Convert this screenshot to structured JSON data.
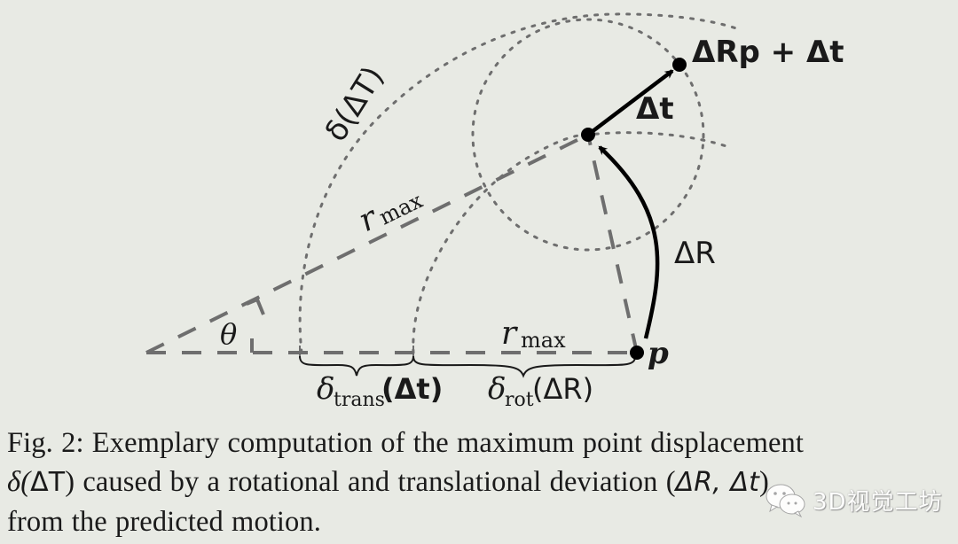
{
  "figure": {
    "labels": {
      "delta_T": "δ(ΔT)",
      "r_max_diag": "r",
      "r_max_diag_sub": "max",
      "r_max_base": "r",
      "r_max_base_sub": "max",
      "theta": "θ",
      "delta_t_arrow": "Δt",
      "delta_R_arrow": "ΔR",
      "target_point": "ΔRp + Δt",
      "point_p": "p",
      "delta_trans": "δ",
      "delta_trans_sub": "trans",
      "delta_trans_arg": "(Δt)",
      "delta_rot": "δ",
      "delta_rot_sub": "rot",
      "delta_rot_arg": "(ΔR)"
    },
    "colors": {
      "background": "#e8eae4",
      "dashed": "#6e6e6e",
      "arrow": "#000000",
      "text": "#1a1a1a"
    }
  },
  "caption": {
    "line1": "Fig. 2: Exemplary computation of the maximum point displacement",
    "line2_a": "δ(",
    "line2_b": "ΔT",
    "line2_c": ") caused by a rotational and translational deviation (",
    "line2_d": "ΔR, Δt",
    "line2_e": ")",
    "line3": "from the predicted motion."
  },
  "watermark": {
    "icon": "wechat-icon",
    "text": "3D视觉工坊"
  }
}
